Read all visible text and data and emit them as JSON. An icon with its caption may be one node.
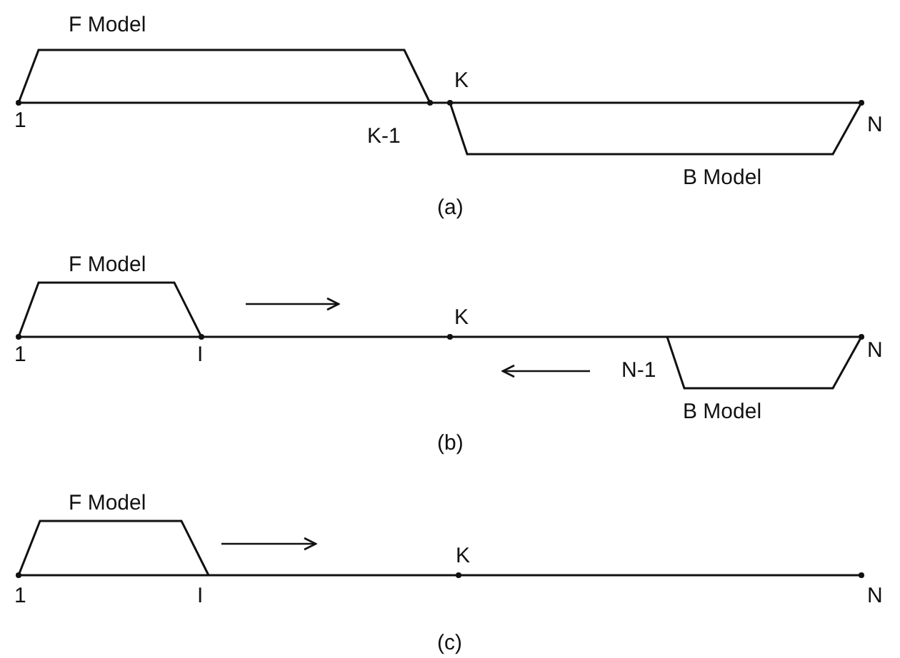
{
  "diagram": {
    "nodes": [
      {
        "text": [
          "F Model"
        ]
      },
      {
        "text": [
          "B Model"
        ]
      },
      {
        "text": [
          "F Model"
        ]
      },
      {
        "text": [
          "B Model"
        ]
      },
      {
        "text": [
          "F Model"
        ]
      }
    ],
    "labels": [
      "K",
      "1",
      "K-1",
      "N",
      "(a)",
      "K",
      "1",
      "I",
      "N",
      "N-1",
      "(b)",
      "K",
      "1",
      "I",
      "N",
      "(c)"
    ]
  }
}
